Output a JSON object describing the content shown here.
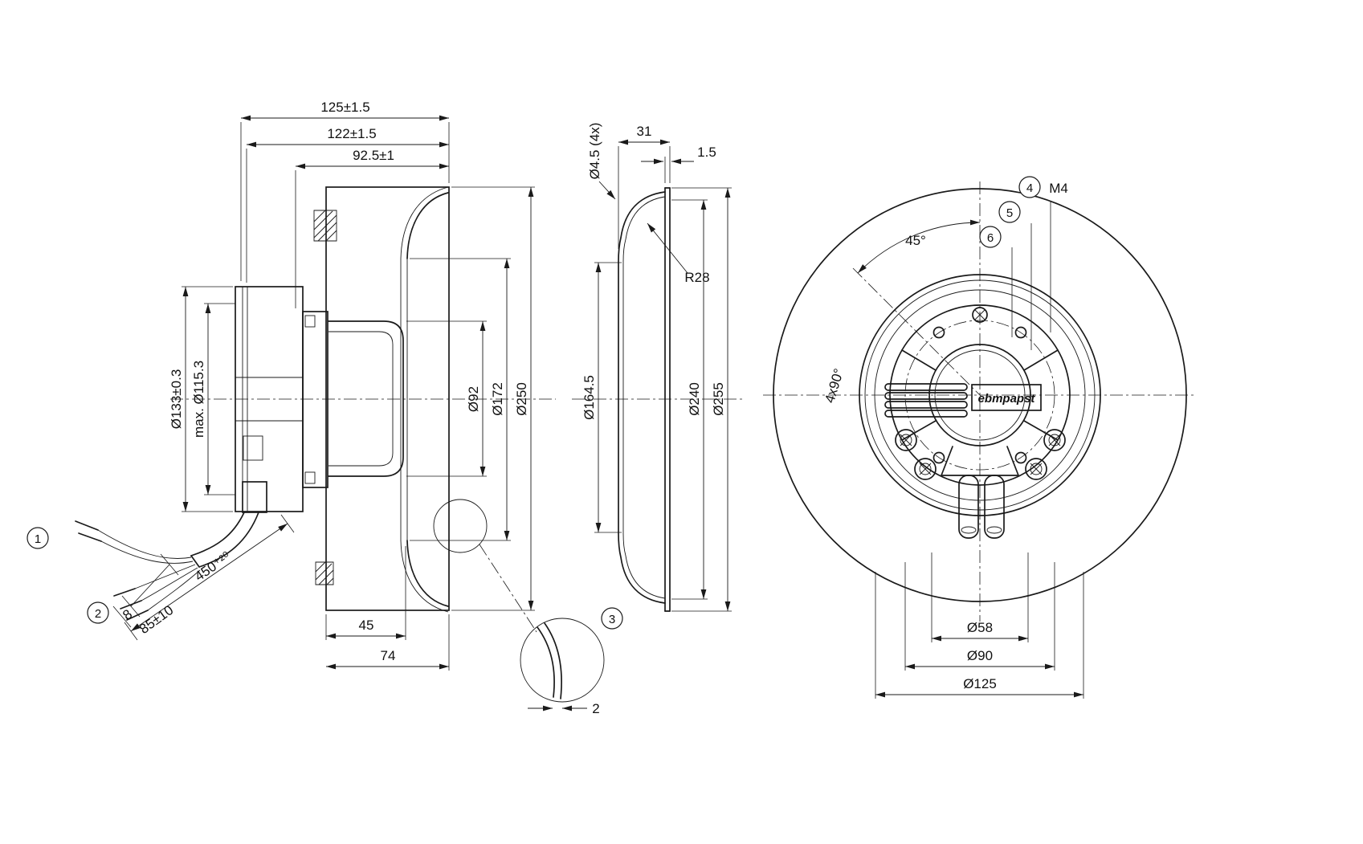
{
  "colors": {
    "line": "#1a1a1a",
    "background": "#ffffff"
  },
  "side": {
    "d125": "125±1.5",
    "d122": "122±1.5",
    "d92_5": "92.5±1",
    "d133": "Ø133±0.3",
    "d115": "max. Ø115.3",
    "d92": "Ø92",
    "d172": "Ø172",
    "d250": "Ø250",
    "d45": "45",
    "d74": "74",
    "d450": "450⁺²⁰",
    "d85": "85±10",
    "d8": "8",
    "callout1": "1",
    "callout2": "2"
  },
  "section": {
    "d31": "31",
    "d15": "1.5",
    "d45_4x": "Ø4.5 (4x)",
    "r28": "R28",
    "d164_5": "Ø164.5",
    "d240": "Ø240",
    "d255": "Ø255"
  },
  "detail": {
    "callout3": "3",
    "d2": "2"
  },
  "front": {
    "a45": "45°",
    "a4x90": "4x90°",
    "m4": "M4",
    "callout4": "4",
    "callout5": "5",
    "callout6": "6",
    "d58": "Ø58",
    "d90": "Ø90",
    "d125": "Ø125",
    "logo": "ebmpapst"
  }
}
